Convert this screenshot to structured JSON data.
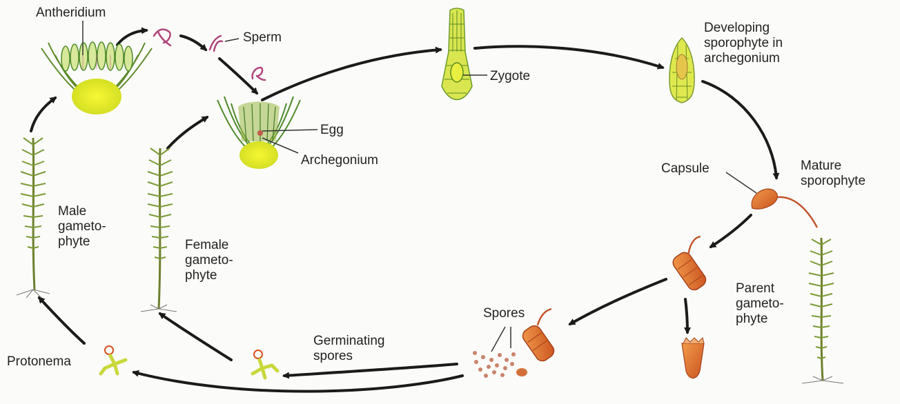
{
  "labels": {
    "antheridium": "Antheridium",
    "sperm": "Sperm",
    "zygote": "Zygote",
    "developing": [
      "Developing",
      "sporophyte in",
      "archegonium"
    ],
    "egg": "Egg",
    "archegonium": "Archegonium",
    "capsule": "Capsule",
    "mature": [
      "Mature",
      "sporophyte"
    ],
    "male": [
      "Male",
      "gameto-",
      "phyte"
    ],
    "female": [
      "Female",
      "gameto-",
      "phyte"
    ],
    "parent": [
      "Parent",
      "gameto-",
      "phyte"
    ],
    "spores": "Spores",
    "germinating": [
      "Germinating",
      "spores"
    ],
    "protonema": "Protonema"
  },
  "colors": {
    "arrow": "#1b1b1b",
    "plant_green": "#6f8a2f",
    "plant_yellow": "#e8ec2a",
    "sperm_pink": "#b0447a",
    "sporophyte_orange": "#d4672a",
    "spore_dots": "#c9836b",
    "background": "#fbfbf9"
  },
  "icons": [
    "antheridium-illustration",
    "archegonium-illustration",
    "sperm-illustration",
    "zygote-illustration",
    "developing-sporophyte-illustration",
    "capsule-illustration",
    "male-gametophyte-illustration",
    "female-gametophyte-illustration",
    "parent-gametophyte-illustration",
    "spores-illustration",
    "germinating-spore-illustration",
    "protonema-illustration"
  ]
}
